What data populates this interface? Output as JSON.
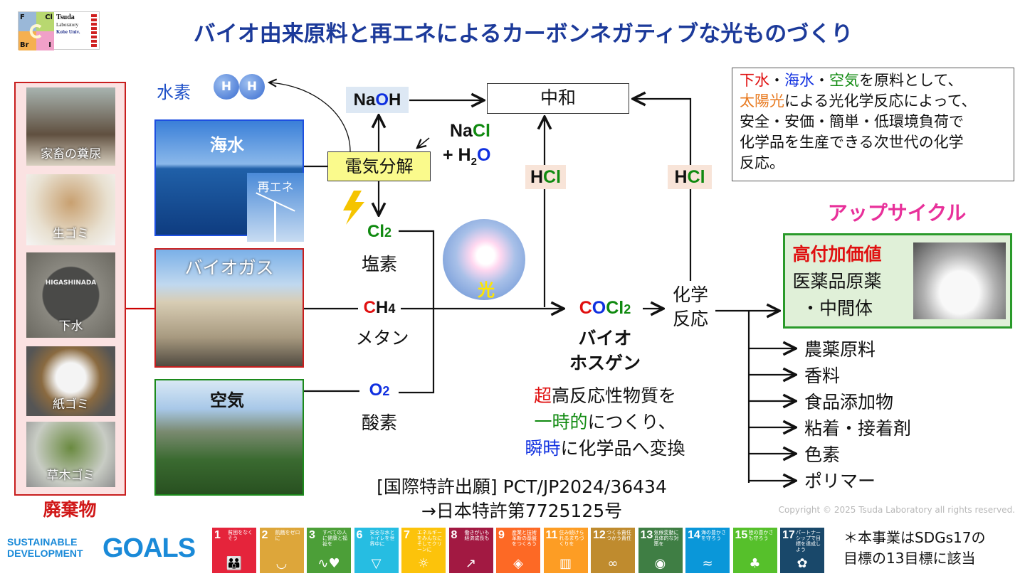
{
  "logo": {
    "cells": [
      "F",
      "Cl",
      "Br",
      "I",
      "C"
    ],
    "lines": [
      "Tsuda",
      "Laboratory",
      "Kobe Univ."
    ]
  },
  "title": "バイオ由来原料と再エネによるカーボンネガティブな光ものづくり",
  "waste": {
    "items": [
      "家畜の糞尿",
      "生ゴミ",
      "下水",
      "紙ゴミ",
      "草木ゴミ"
    ],
    "manhole_text": "HIGASHINADA",
    "label": "廃棄物"
  },
  "hydrogen": {
    "label": "水素",
    "atoms": [
      "H",
      "H"
    ]
  },
  "sources": {
    "seawater": "海水",
    "renewable": "再エネ",
    "biogas": "バイオガス",
    "air": "空気"
  },
  "electrolysis": "電気分解",
  "naoh": {
    "a": "Na",
    "b": "O",
    "c": "H"
  },
  "nacl": {
    "a": "Na",
    "b": "Cl",
    "plus": "+ H",
    "sub": "2",
    "o": "O"
  },
  "neutralize": "中和",
  "hcl": {
    "h": "H",
    "cl": "Cl"
  },
  "cl2": {
    "formula": "Cl",
    "sub": "2",
    "name": "塩素"
  },
  "ch4": {
    "c": "C",
    "h": "H",
    "sub": "4",
    "name": "メタン"
  },
  "o2": {
    "formula": "O",
    "sub": "2",
    "name": "酸素"
  },
  "light": "光",
  "cocl2": {
    "c": "C",
    "o": "O",
    "cl": "Cl",
    "sub": "2",
    "name1": "バイオ",
    "name2": "ホスゲン"
  },
  "reaction": [
    "化学",
    "反応"
  ],
  "desc": {
    "l1a": "超",
    "l1b": "高反応性物質を",
    "l2a": "一時的",
    "l2b": "につくり、",
    "l3a": "瞬時",
    "l3b": "に化学品へ変換"
  },
  "patent": [
    "[国際特許出願] PCT/JP2024/36434",
    "→日本特許第7725125号"
  ],
  "summary": {
    "r": "下水",
    "dot": "・",
    "b": "海水",
    "g": "空気",
    "rest1": "を原料として、",
    "o": "太陽光",
    "rest2": "による光化学反応によって、",
    "l3": "安全・安価・簡単・低環境負荷で",
    "l4": "化学品を生産できる次世代の化学",
    "l5": "反応。"
  },
  "upcycle": "アップサイクル",
  "high_value": {
    "title": "高付加価値",
    "l1": "医薬品原薬",
    "l2": "・中間体"
  },
  "products": [
    "農薬原料",
    "香料",
    "食品添加物",
    "粘着・接着剤",
    "色素",
    "ポリマー"
  ],
  "copyright": "Copyright © 2025 Tsuda Laboratory all rights reserved.",
  "sdgs_logo": {
    "l1": "SUSTAINABLE",
    "l2": "DEVELOPMENT",
    "goals": "GOALS"
  },
  "sdgs": [
    {
      "n": "1",
      "t": "貧困をなくそう",
      "color": "#e5243b",
      "icon": "people-icon"
    },
    {
      "n": "2",
      "t": "飢餓をゼロに",
      "color": "#dda63a",
      "icon": "bowl-icon"
    },
    {
      "n": "3",
      "t": "すべての人に健康と福祉を",
      "color": "#4c9f38",
      "icon": "heartbeat-icon"
    },
    {
      "n": "6",
      "t": "安全な水とトイレを世界中に",
      "color": "#26bde2",
      "icon": "water-icon"
    },
    {
      "n": "7",
      "t": "エネルギーをみんなにそしてクリーンに",
      "color": "#fcc30b",
      "icon": "sun-power-icon"
    },
    {
      "n": "8",
      "t": "働きがいも経済成長も",
      "color": "#a21942",
      "icon": "growth-chart-icon"
    },
    {
      "n": "9",
      "t": "産業と技術革新の基盤をつくろう",
      "color": "#fd6925",
      "icon": "cubes-icon"
    },
    {
      "n": "11",
      "t": "住み続けられるまちづくりを",
      "color": "#fd9d24",
      "icon": "city-icon"
    },
    {
      "n": "12",
      "t": "つくる責任つかう責任",
      "color": "#bf8b2e",
      "icon": "infinity-icon"
    },
    {
      "n": "13",
      "t": "気候変動に具体的な対策を",
      "color": "#3f7e44",
      "icon": "earth-eye-icon"
    },
    {
      "n": "14",
      "t": "海の豊かさを守ろう",
      "color": "#0a97d9",
      "icon": "fish-icon"
    },
    {
      "n": "15",
      "t": "陸の豊かさも守ろう",
      "color": "#56c02b",
      "icon": "tree-icon"
    },
    {
      "n": "17",
      "t": "パートナーシップで目標を達成しよう",
      "color": "#19486a",
      "icon": "rings-icon"
    }
  ],
  "sdg_note": [
    "＊本事業はSDGs17の",
    "目標の13目標に該当"
  ]
}
